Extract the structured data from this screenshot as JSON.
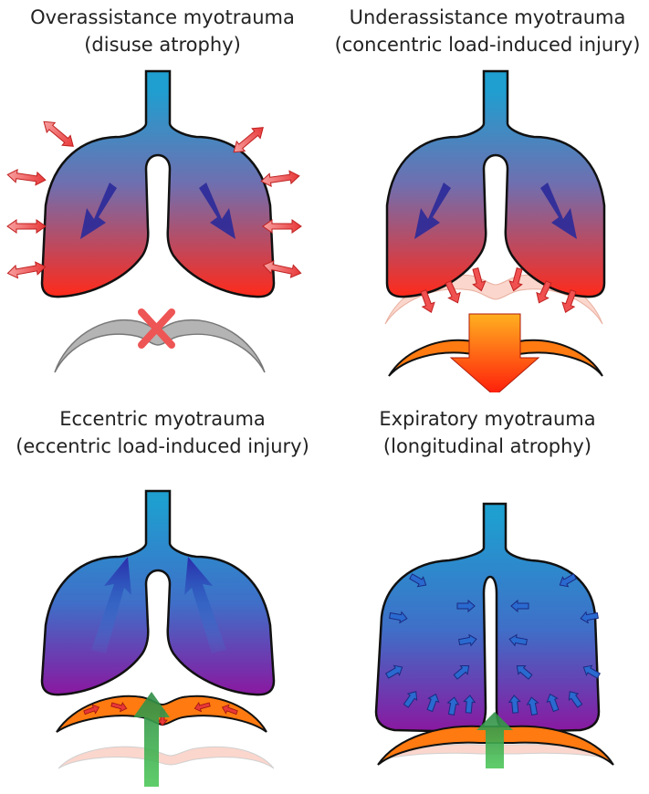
{
  "panels": [
    {
      "title_line1": "Overassistance myotrauma",
      "title_line2": "(disuse atrophy)"
    },
    {
      "title_line1": "Underassistance myotrauma",
      "title_line2": "(concentric load-induced injury)"
    },
    {
      "title_line1": "Eccentric myotrauma",
      "title_line2": "(eccentric load-induced injury)"
    },
    {
      "title_line1": "Expiratory myotrauma",
      "title_line2": "(longitudinal atrophy)"
    }
  ],
  "colors": {
    "lung_top": "#1e9fd0",
    "lung_bottom_red": "#ff2a1a",
    "lung_bottom_purple": "#8a18a0",
    "small_arrow_red": "#f05050",
    "big_arrow_red": "#ff3a10",
    "inner_arrow_blue": "#2a2a9a",
    "diaphragm_orange": "#ff7a10",
    "diaphragm_gray": "#b4b4b4",
    "green_arrow": "#3cb050",
    "cross_red": "#ee5555"
  }
}
